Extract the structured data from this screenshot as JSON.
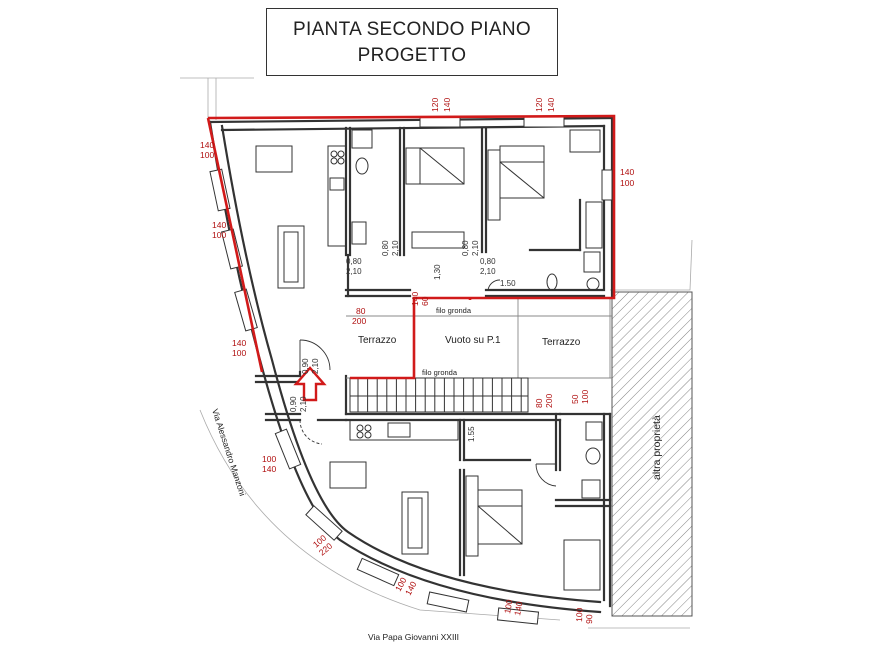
{
  "title": {
    "line1": "PIANTA  SECONDO PIANO",
    "line2": "PROGETTO"
  },
  "colors": {
    "wall": "#333333",
    "red_outline": "#d11a1a",
    "dimension": "#b01010",
    "hatch": "#555555"
  },
  "labels": {
    "terrazzo_left": "Terrazzo",
    "vuoto": "Vuoto su P.1",
    "terrazzo_right": "Terrazzo",
    "filo_gronda_top": "filo gronda",
    "filo_gronda_bottom": "filo gronda",
    "altra_proprieta": "altra proprietà",
    "via_manzoni": "Via Alessandro Manzoni",
    "via_papa": "Via Papa Giovanni XXIII"
  },
  "dimensions": {
    "top_window_a_top": "120",
    "top_window_a_bottom": "140",
    "top_window_b_top": "120",
    "top_window_b_bottom": "140",
    "right_window_top": "140",
    "right_window_bottom": "100",
    "left_window_1_top": "140",
    "left_window_1_bottom": "100",
    "left_window_2_top": "140",
    "left_window_2_bottom": "100",
    "left_window_3_top": "140",
    "left_window_3_bottom": "100",
    "door_bath_w": "0,80",
    "door_bath_h": "2,10",
    "door_bath_v1": "0,80",
    "door_bath_v2": "2,10",
    "door_bed_v1": "0,80",
    "door_bed_v2": "2,10",
    "door_bed_w": "0,80",
    "door_bed_h": "2,10",
    "corridor_h": "1,30",
    "corridor_w": "1.50",
    "terr_left_top": "80",
    "terr_left_bottom": "200",
    "vuoto_top_a": "140",
    "vuoto_top_b": "60",
    "entry_v1": "0,90",
    "entry_v2": "2,10",
    "entry_v3": "0,90",
    "entry_v4": "2,10",
    "stair_right_top": "80",
    "stair_right_bottom": "200",
    "bath2_top": "50",
    "bath2_bottom": "100",
    "kitchen_h": "1.55",
    "curve_1_top": "100",
    "curve_1_bottom": "140",
    "curve_2_top": "100",
    "curve_2_bottom": "220",
    "curve_3_top": "100",
    "curve_3_bottom": "140",
    "curve_4_top": "100",
    "curve_4_bottom": "140",
    "curve_5_top": "100",
    "curve_5_bottom": "90"
  }
}
